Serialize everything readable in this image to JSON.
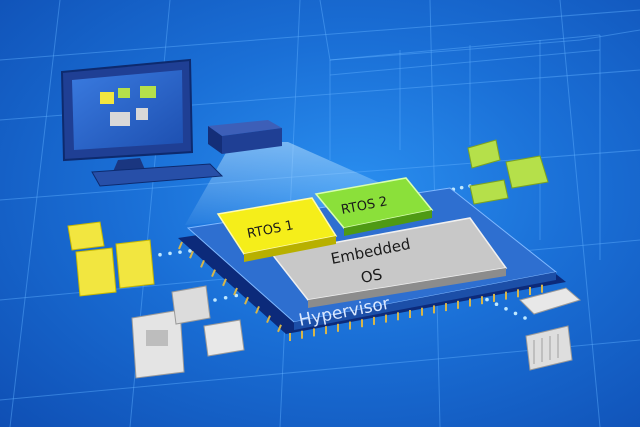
{
  "labels": {
    "rtos1": "RTOS 1",
    "rtos2": "RTOS 2",
    "embedded_line1": "Embedded",
    "embedded_line2": "OS",
    "hypervisor": "Hypervisor"
  },
  "colors": {
    "background": "#1a6fd6",
    "grid_lines": "#5fb0ff",
    "rtos1_fill": "#f5ee1a",
    "rtos2_fill": "#8be03a",
    "embedded_fill": "#c8c8c8",
    "hypervisor_fill": "#2e6fd0",
    "chip_fill": "#1a3a8a",
    "device_yellow": "#f2e640",
    "device_green": "#b5e04a",
    "device_gray": "#d8d8d8",
    "monitor": "#1f3f94",
    "link_dots": "#bfe8ff"
  }
}
